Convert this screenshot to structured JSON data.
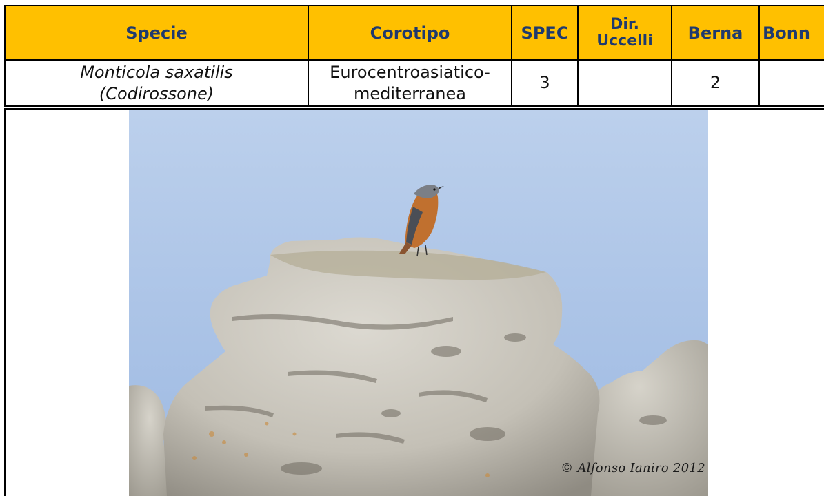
{
  "table": {
    "headers": {
      "species": "Specie",
      "chorotype": "Corotipo",
      "spec": "SPEC",
      "birds_directive_line1": "Dir.",
      "birds_directive_line2": "Uccelli",
      "bern": "Berna",
      "bonn": "Bonn"
    },
    "row": {
      "species_line1": "Monticola saxatilis",
      "species_line2": "(Codirossone)",
      "chorotype_line1": "Eurocentroasiatico-",
      "chorotype_line2": "mediterranea",
      "spec": "3",
      "birds_directive": "",
      "bern": "2",
      "bonn": ""
    }
  },
  "photo": {
    "watermark": "© Alfonso Ianiro 2012"
  },
  "colors": {
    "header_bg": "#ffc000",
    "header_text": "#1f3a6e",
    "sky": "#a9c3e6",
    "rock": "#c9c6bd"
  }
}
